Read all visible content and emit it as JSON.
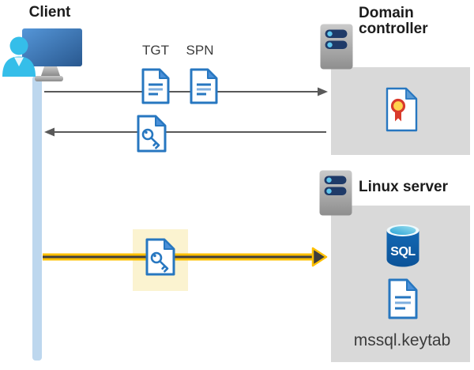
{
  "diagram": {
    "client": {
      "title": "Client"
    },
    "domain_controller": {
      "title": "Domain controller"
    },
    "linux_server": {
      "title": "Linux server",
      "keytab_file": "mssql.keytab"
    },
    "tickets": {
      "tgt": "TGT",
      "spn": "SPN"
    },
    "sql_icon_text": "SQL"
  },
  "colors": {
    "doc_blue": "#2777C0",
    "doc_blue_light": "#7FAFDF",
    "fold_blue": "#4A90D9",
    "arrow_gray": "#595959",
    "arrow_yellow": "#FFC000",
    "arrow_dark": "#3F3F3F",
    "box_gray": "#D9D9D9",
    "highlight_yellow": "#FBF3D0",
    "lifeline_blue": "#BDD7EE",
    "pill_navy": "#1F3A68",
    "pill_dot": "#5EC6EE",
    "sql_body": "#0F62AB",
    "cert_gold": "#FFD34D",
    "cert_red": "#D93A2B",
    "person_cyan": "#35BEE9",
    "title_color": "#1C1C1C",
    "label_color": "#3C3C3C"
  }
}
